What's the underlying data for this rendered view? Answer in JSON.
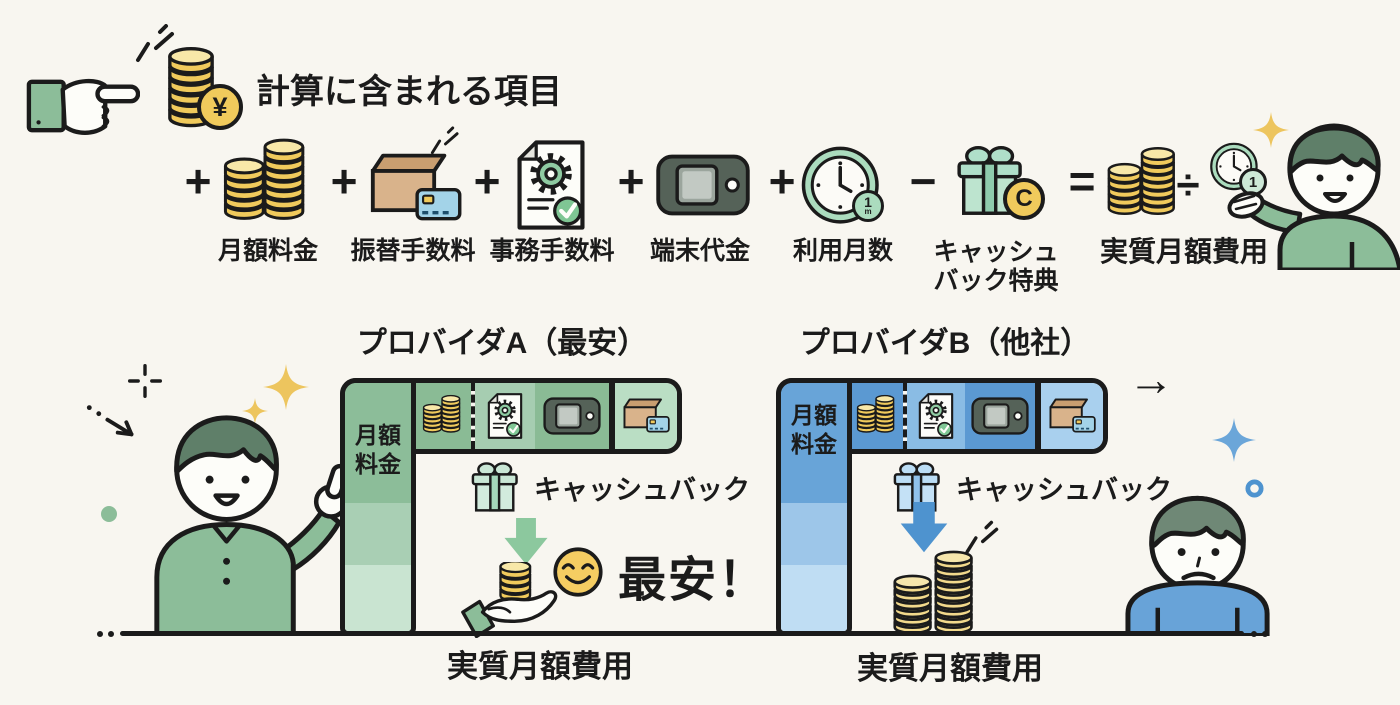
{
  "title": "計算に含まれる項目",
  "header": {
    "coin_badge": "¥"
  },
  "formula": {
    "items": [
      {
        "op": "+",
        "label": "月額料金"
      },
      {
        "op": "+",
        "label": "振替手数料"
      },
      {
        "op": "+",
        "label": "事務手数料"
      },
      {
        "op": "+",
        "label": "端末代金"
      },
      {
        "op": "+",
        "label": "利用月数"
      },
      {
        "op": "−",
        "label": "キャッシュ\nバック特典"
      },
      {
        "op": "=",
        "label": "実質月額費用"
      }
    ],
    "divide_sign": "÷",
    "clock_badge_value": "1",
    "clock_badge_unit": "m",
    "result_clock_badge": "1",
    "cashback_coin_letter": "C"
  },
  "providers": {
    "a": {
      "title": "プロバイダA（最安）",
      "bar_label": "月額\n料金",
      "cashback_label": "キャッシュバック",
      "highlight": "最安！",
      "result_label": "実質月額費用"
    },
    "b": {
      "title": "プロバイダB（他社）",
      "bar_label": "月額\n料金",
      "cashback_label": "キャッシュバック",
      "result_label": "実質月額費用",
      "continue_arrow": "→"
    }
  },
  "colors": {
    "green_accent": "#8CBD99",
    "blue_accent": "#5E9BD3",
    "coin_gold": "#F0CA5C",
    "outline": "#1B1B1B",
    "background": "#F8F6F0"
  }
}
